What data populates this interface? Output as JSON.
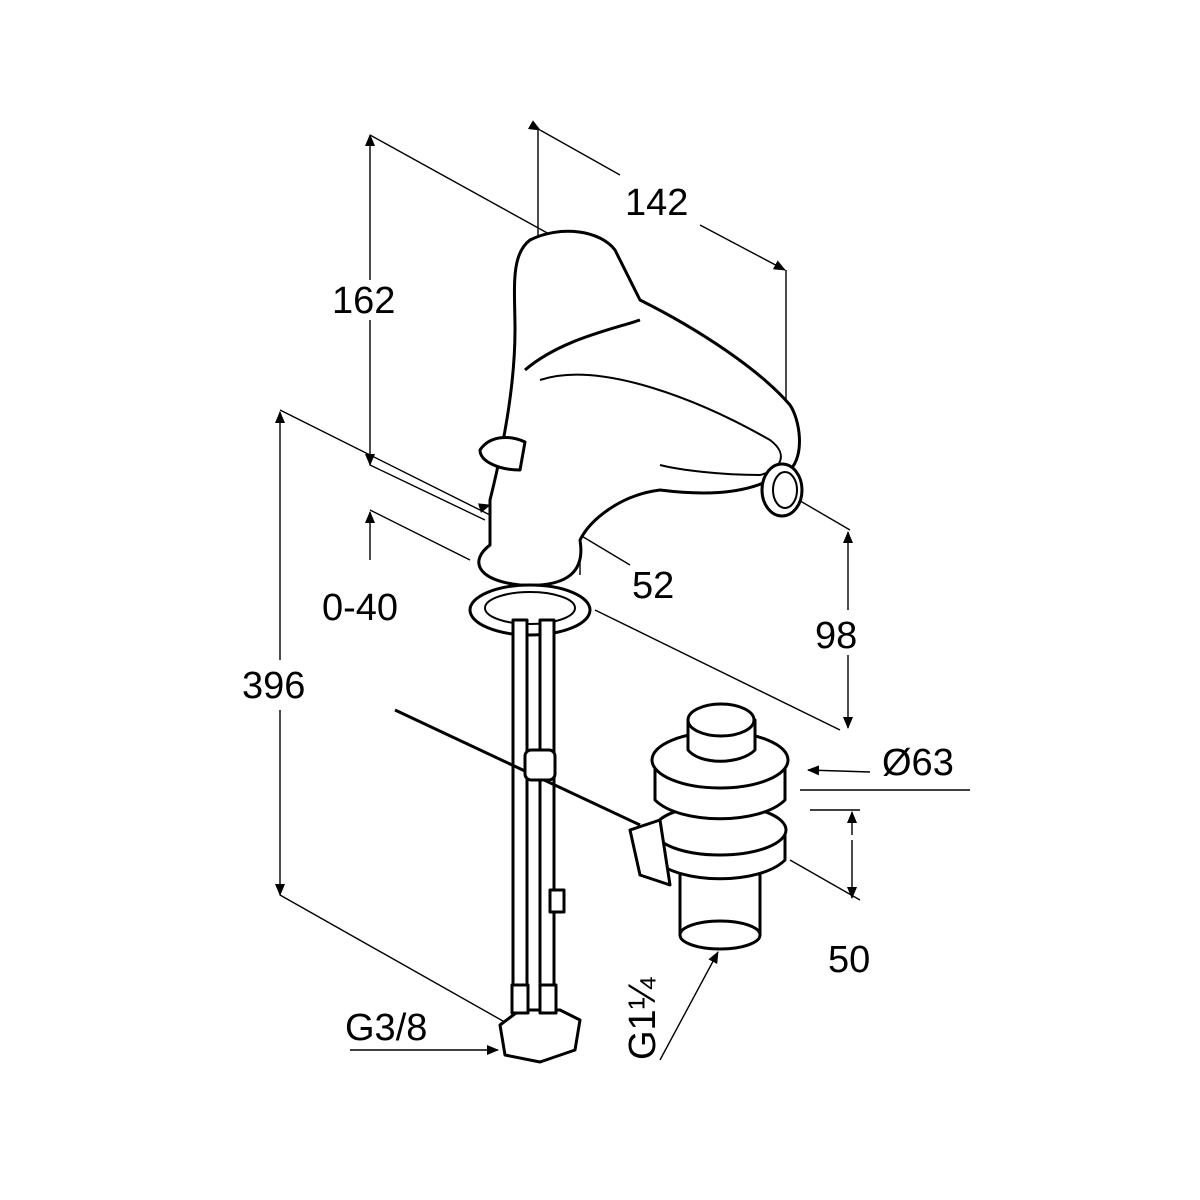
{
  "drawing": {
    "dimensions": {
      "width_top": "142",
      "height_spout": "162",
      "spout_offset": "52",
      "deck_thickness": "0-40",
      "outlet_height": "98",
      "total_height": "396",
      "waste_diameter": "Ø63",
      "waste_height": "50",
      "supply_thread": "G3/8",
      "waste_thread": "G1¼"
    }
  }
}
